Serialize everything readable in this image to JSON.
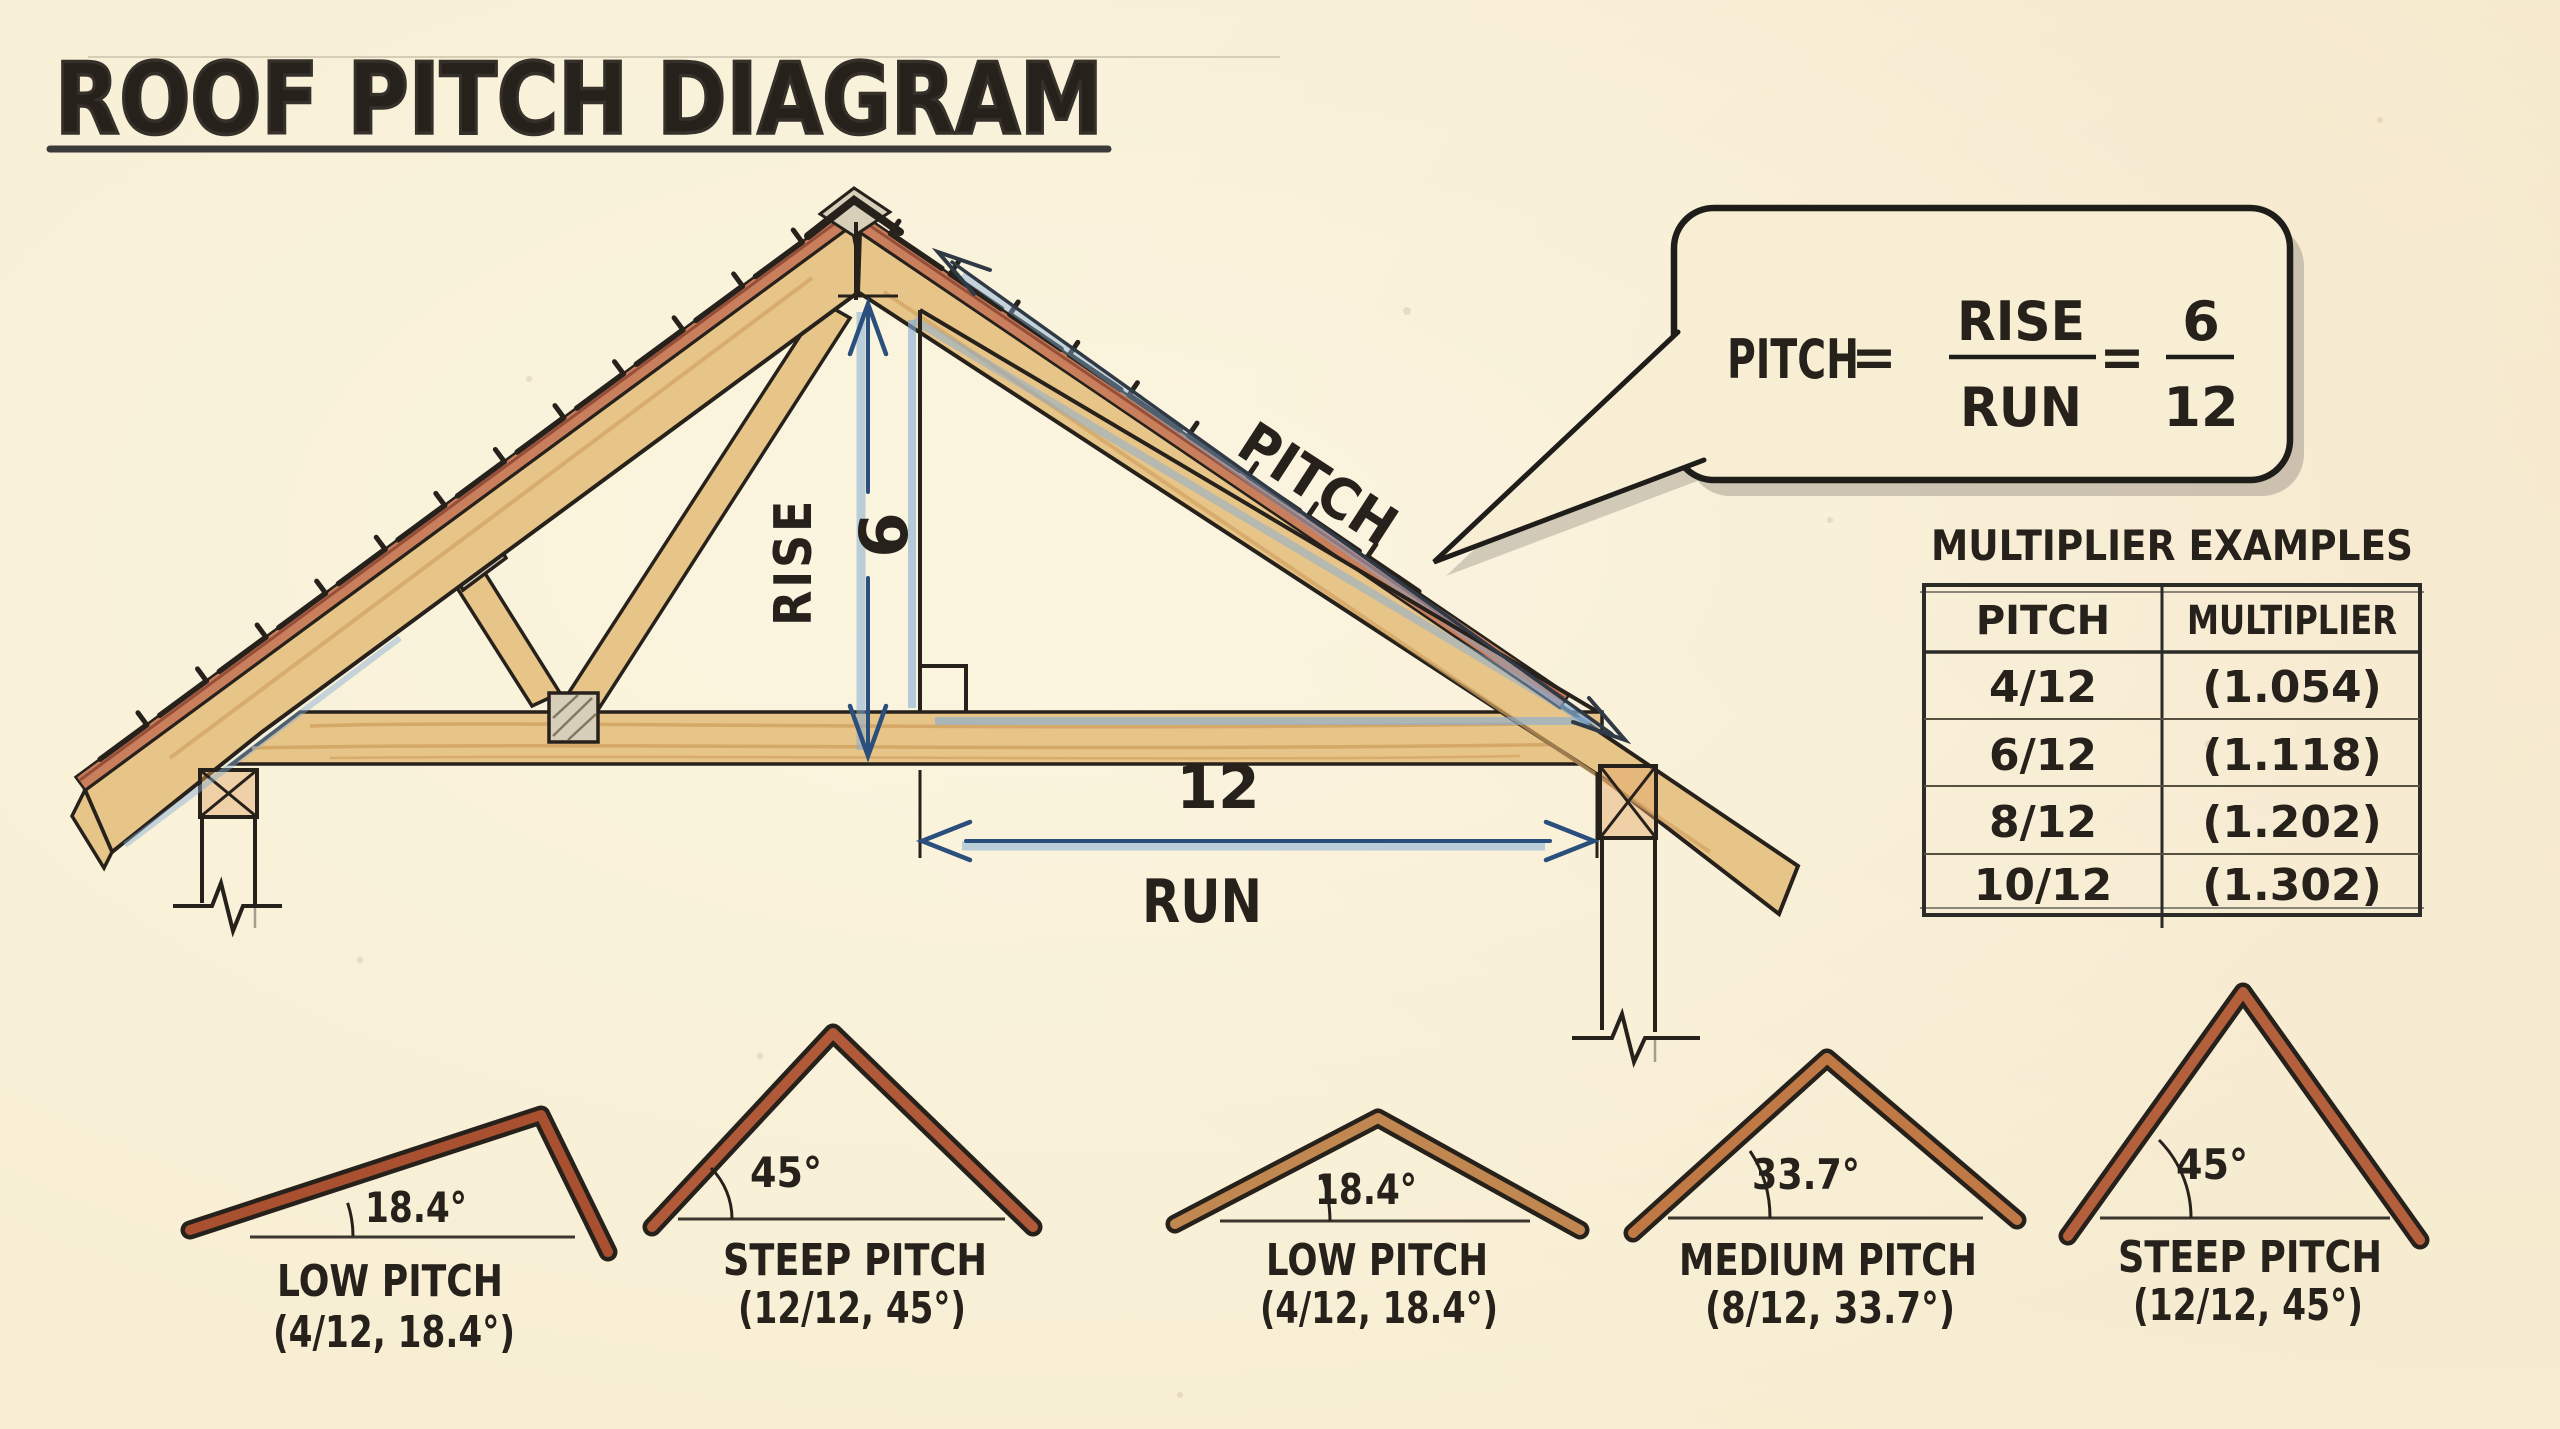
{
  "palette": {
    "paper": "#f7eed3",
    "ink": "#26211b",
    "wood": "#e7c488",
    "wood_grain": "#d2a362",
    "shingle_band": "#c97f5c",
    "shingle_line": "#8d4632",
    "dim_blue": "#2a4f7d",
    "pencil_blue": "#85aed6",
    "title_fill": "#aaa192",
    "title_stroke": "#35302a",
    "shadow_gray": "#978f83",
    "block_fill": "#d8cfba"
  },
  "title": "ROOF PITCH DIAGRAM",
  "truss_labels": {
    "rise_word": "RISE",
    "rise_value": "6",
    "run_value": "12",
    "run_word": "RUN",
    "pitch_word": "PITCH"
  },
  "formula_bubble": {
    "lhs": "PITCH",
    "eq1": "=",
    "numerator": "RISE",
    "denominator": "RUN",
    "eq2": "=",
    "num2": "6",
    "den2": "12"
  },
  "multiplier_table": {
    "title": "MULTIPLIER EXAMPLES",
    "headers": [
      "PITCH",
      "MULTIPLIER"
    ],
    "rows": [
      [
        "4/12",
        "(1.054)"
      ],
      [
        "6/12",
        "(1.118)"
      ],
      [
        "8/12",
        "(1.202)"
      ],
      [
        "10/12",
        "(1.302)"
      ]
    ]
  },
  "pitch_examples": [
    {
      "angle_label": "18.4°",
      "name": "LOW PITCH",
      "detail": "(4/12, 18.4°)",
      "color": "#a8502f"
    },
    {
      "angle_label": "45°",
      "name": "STEEP PITCH",
      "detail": "(12/12, 45°)",
      "color": "#b05a3a"
    },
    {
      "angle_label": "18.4°",
      "name": "LOW PITCH",
      "detail": "(4/12, 18.4°)",
      "color": "#c08850"
    },
    {
      "angle_label": "33.7°",
      "name": "MEDIUM PITCH",
      "detail": "(8/12, 33.7°)",
      "color": "#c07945"
    },
    {
      "angle_label": "45°",
      "name": "STEEP PITCH",
      "detail": "(12/12, 45°)",
      "color": "#b4603c"
    }
  ]
}
